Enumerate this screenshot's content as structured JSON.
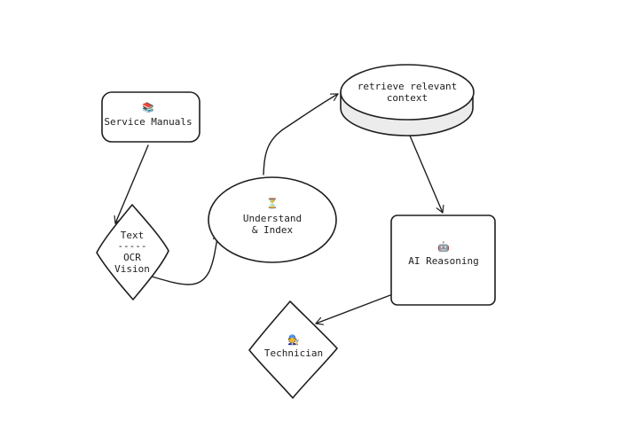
{
  "nodes": {
    "service_manuals": {
      "icon": "books-icon",
      "glyph": "📚",
      "label": "Service Manuals"
    },
    "ocr": {
      "lines": [
        "Text",
        "-----",
        "OCR",
        "Vision"
      ]
    },
    "understand": {
      "icon": "hourglass-icon",
      "glyph": "⏳",
      "lines": [
        "Understand",
        "& Index"
      ]
    },
    "retrieve": {
      "lines": [
        "retrieve relevant",
        "context"
      ]
    },
    "ai_reasoning": {
      "icon": "robot-icon",
      "glyph": "🤖",
      "label": "AI Reasoning"
    },
    "technician": {
      "icon": "technician-icon",
      "glyph": "🧑‍🔧",
      "label": "Technician"
    }
  },
  "colors": {
    "stroke": "#1e1e1e",
    "background": "#ffffff",
    "cylinder_side": "#ececec"
  }
}
